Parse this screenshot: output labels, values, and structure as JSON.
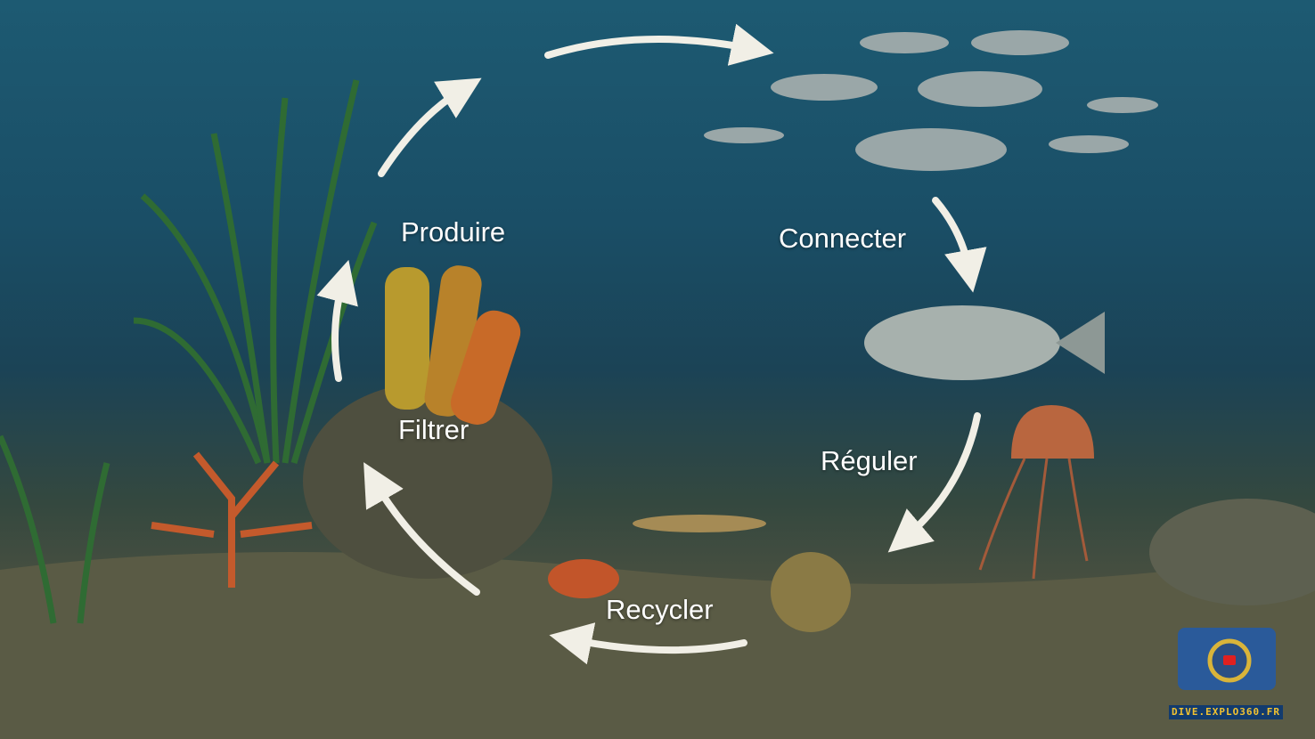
{
  "cycle": {
    "steps": [
      "Produire",
      "Connecter",
      "Réguler",
      "Recycler",
      "Filtrer"
    ]
  },
  "logo": {
    "text": "DIVE.EXPLO360.FR"
  },
  "colors": {
    "arrow": "#f1efe6",
    "label": "#ffffff"
  }
}
